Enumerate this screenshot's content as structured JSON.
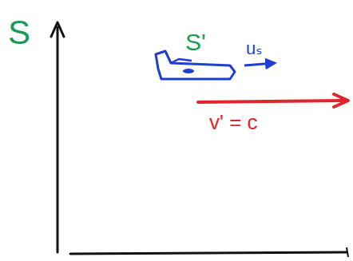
{
  "diagram": {
    "labels": [
      "S",
      "S'",
      "uₛ",
      "v' = c"
    ]
  }
}
